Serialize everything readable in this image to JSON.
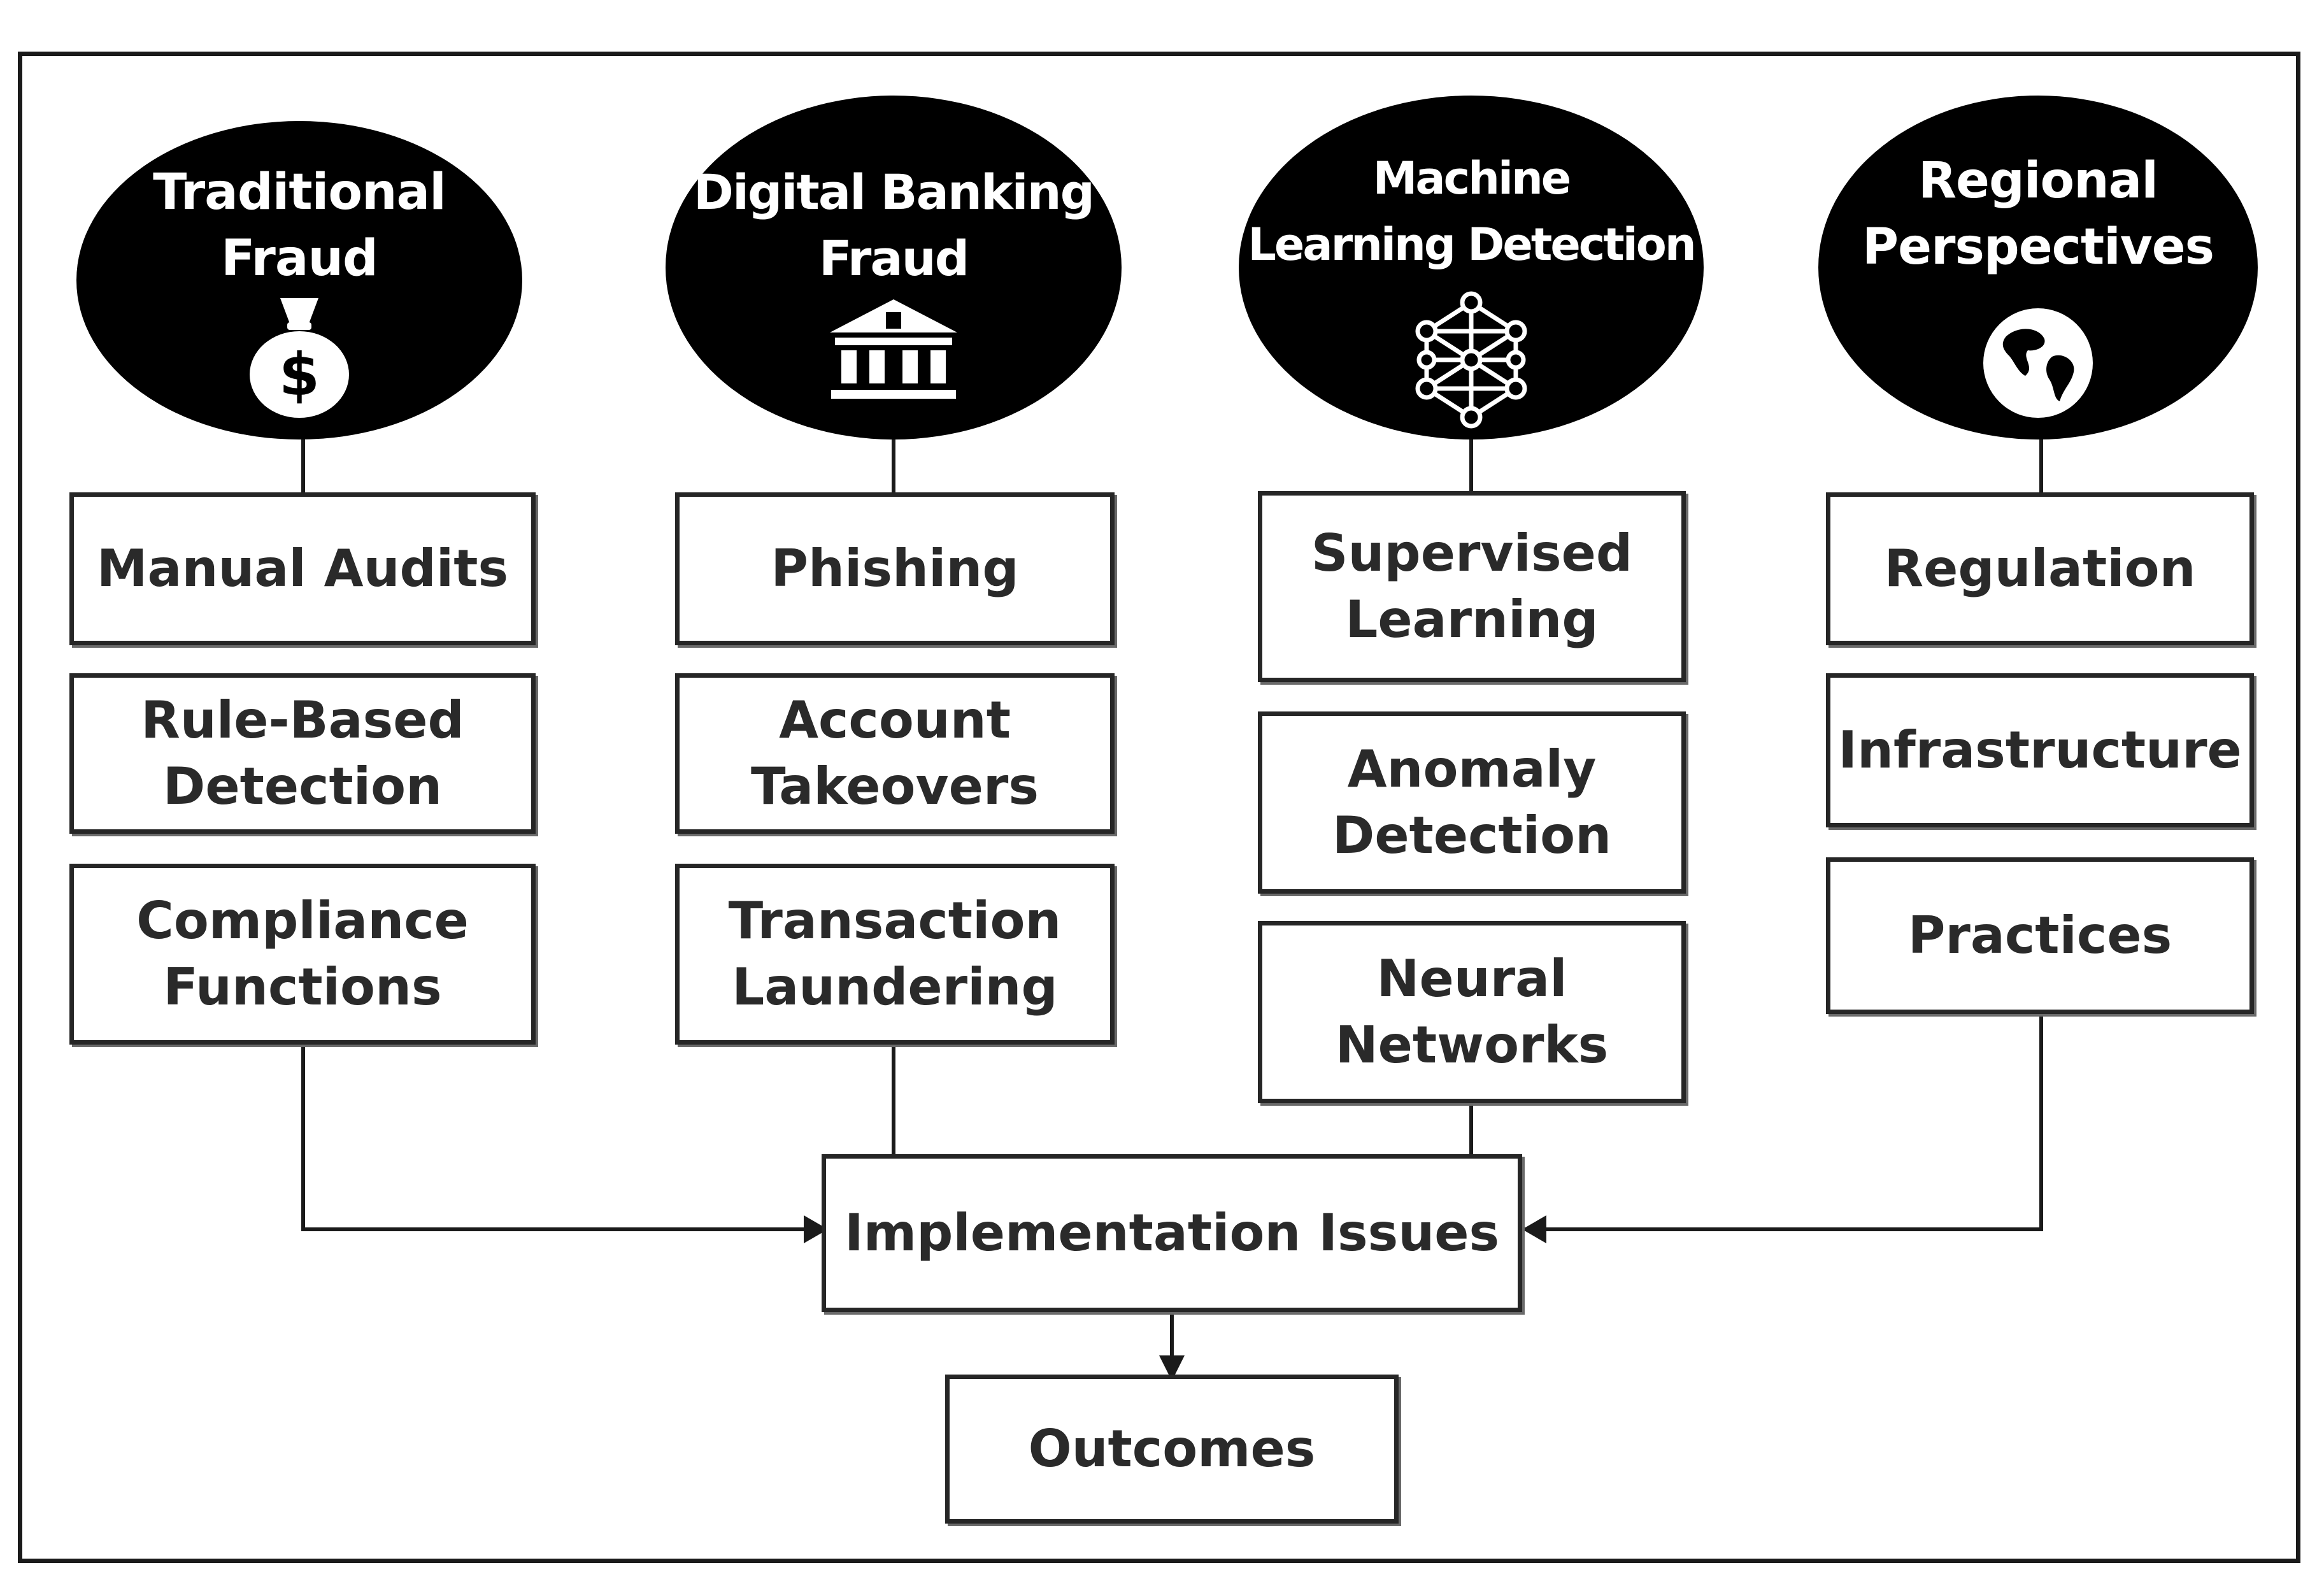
{
  "categories": [
    {
      "title": "Traditional\nFraud",
      "icon": "money-bag-icon",
      "items": [
        "Manual Audits",
        "Rule-Based\nDetection",
        "Compliance\nFunctions"
      ]
    },
    {
      "title": "Digital Banking\nFraud",
      "icon": "bank-icon",
      "items": [
        "Phishing",
        "Account\nTakeovers",
        "Transaction\nLaundering"
      ]
    },
    {
      "title": "Machine\nLearning Detection",
      "icon": "neural-network-icon",
      "items": [
        "Supervised\nLearning",
        "Anomaly\nDetection",
        "Neural\nNetworks"
      ]
    },
    {
      "title": "Regional\nPerspectives",
      "icon": "globe-icon",
      "items": [
        "Regulation",
        "Infrastructure",
        "Practices"
      ]
    }
  ],
  "center": {
    "label": "Implementation Issues"
  },
  "outcome": {
    "label": "Outcomes"
  }
}
